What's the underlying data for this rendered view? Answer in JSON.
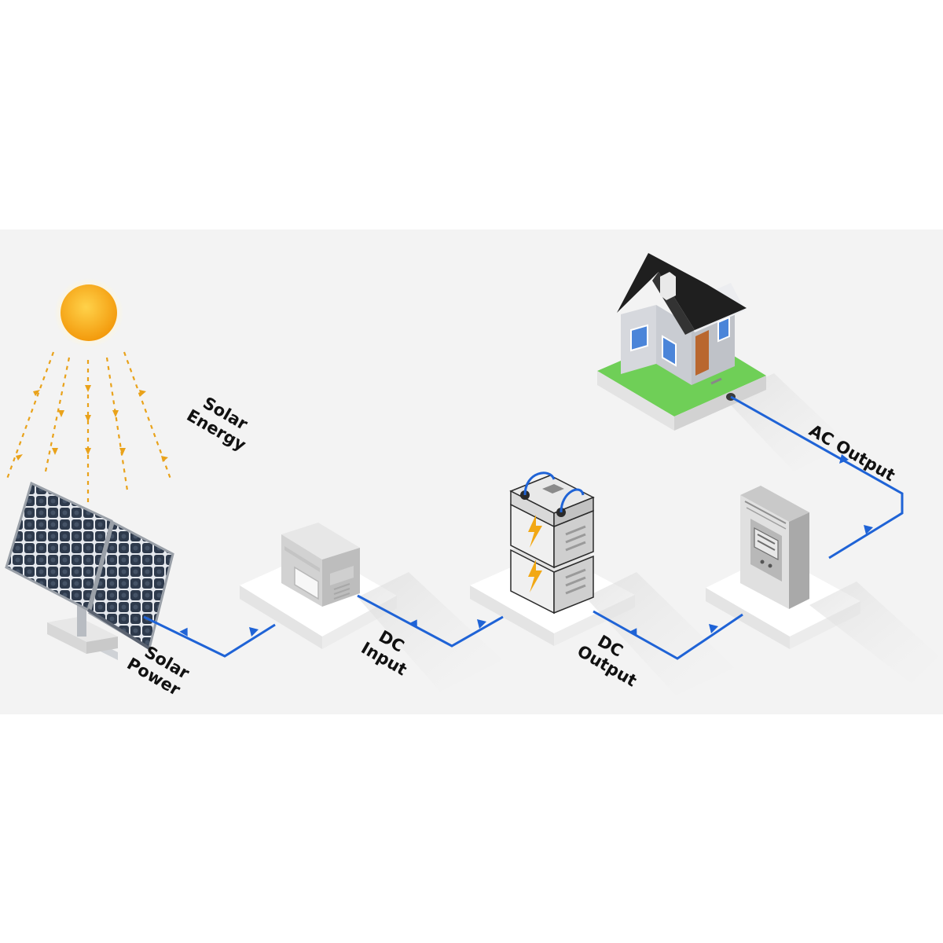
{
  "labels": {
    "solar_energy": [
      "Solar",
      "Energy"
    ],
    "solar_power": [
      "Solar",
      "Power"
    ],
    "dc_input": [
      "DC",
      "Input"
    ],
    "dc_output": [
      "DC",
      "Output"
    ],
    "ac_output": "AC Output"
  },
  "colors": {
    "background": "#ffffff",
    "panel_background": "#f3f3f3",
    "flow_line": "#1f63d6",
    "sun_rays": "#e9a21a",
    "sun": "#f4a70f",
    "grass": "#6fcf57",
    "roof": "#1f1f1f",
    "house_wall": "#c9ccd2",
    "door": "#b9672f",
    "solar_cell": "#2e3a4c",
    "device_body": "#dcdcdc",
    "battery_bolt": "#f2a814"
  },
  "icons": [
    "sun-icon",
    "solar-panel-icon",
    "charge-controller-icon",
    "battery-icon",
    "inverter-icon",
    "house-icon"
  ]
}
